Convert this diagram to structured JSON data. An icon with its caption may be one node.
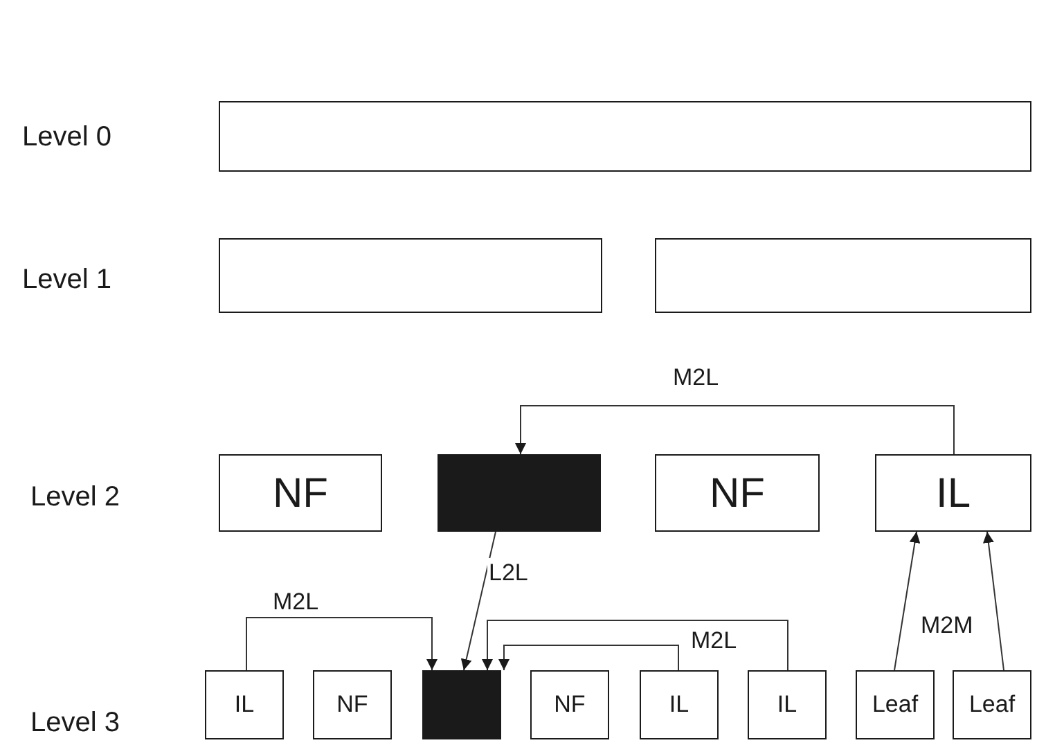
{
  "diagram": {
    "nodes": [
      {
        "text": [],
        "shape": "box"
      },
      {
        "text": [],
        "shape": "box"
      },
      {
        "text": [],
        "shape": "box"
      },
      {
        "text": [
          "NF"
        ]
      },
      {
        "text": [],
        "shape": "block"
      },
      {
        "text": [
          "NF"
        ]
      },
      {
        "text": [
          "IL"
        ]
      },
      {
        "text": [
          "IL"
        ]
      },
      {
        "text": [
          "NF"
        ]
      },
      {
        "text": [],
        "shape": "block"
      },
      {
        "text": [
          "NF"
        ]
      },
      {
        "text": [
          "IL"
        ]
      },
      {
        "text": [
          "IL"
        ]
      },
      {
        "text": [
          "Leaf"
        ]
      },
      {
        "text": [
          "Leaf"
        ]
      }
    ],
    "edges": [
      {
        "from": 6,
        "to": 4,
        "arrow": "to",
        "label": "M2L"
      },
      {
        "from": 4,
        "to": 9,
        "arrow": "to",
        "label": "L2L"
      },
      {
        "from": 7,
        "to": 9,
        "arrow": "to",
        "label": "M2L"
      },
      {
        "from": 12,
        "to": 9,
        "arrow": "to"
      },
      {
        "from": 11,
        "to": 9,
        "arrow": "to",
        "label": "M2L"
      },
      {
        "from": 13,
        "to": 6,
        "arrow": "to",
        "label": "M2M"
      },
      {
        "from": 14,
        "to": 6,
        "arrow": "to"
      }
    ],
    "labels": [
      "Level 0",
      "Level 1",
      "Level 2",
      "Level 3"
    ]
  }
}
